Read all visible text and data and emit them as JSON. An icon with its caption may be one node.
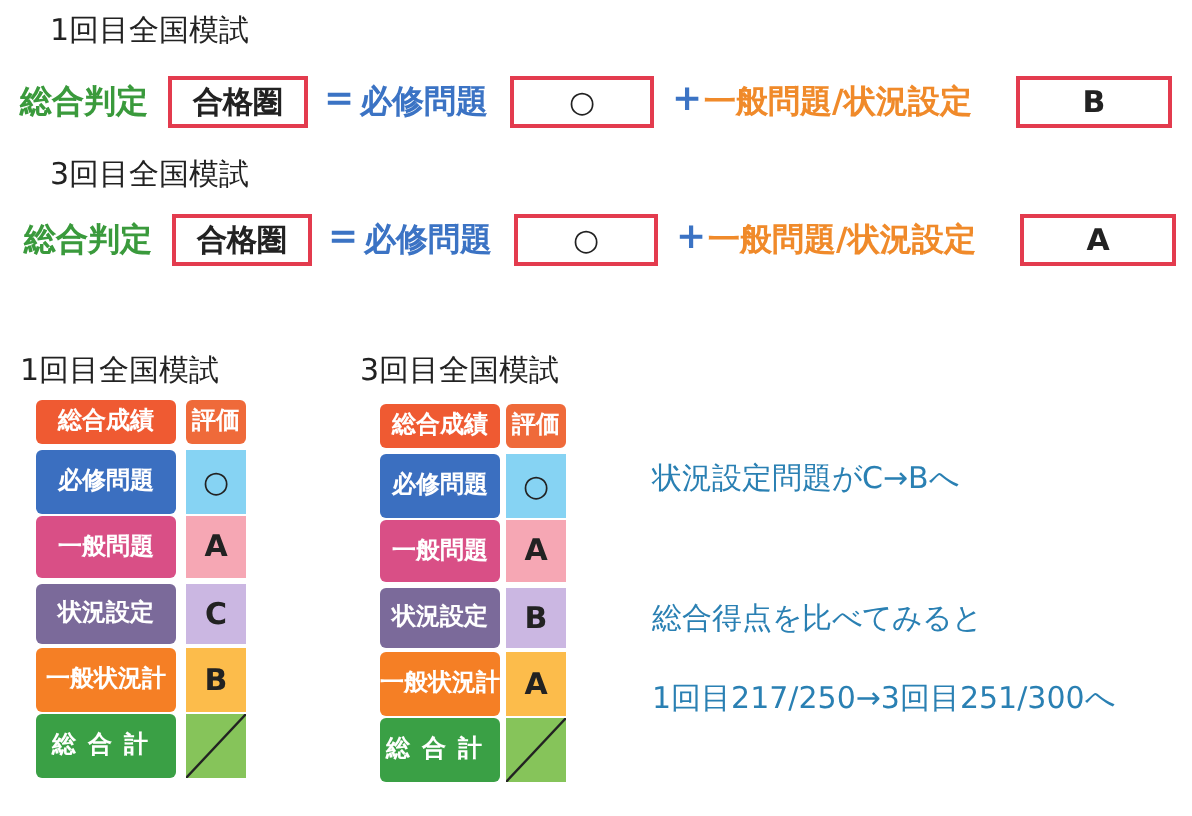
{
  "diagram": {
    "nodes": [
      {
        "text": [
          "合格圏"
        ]
      },
      {
        "text": [
          "○"
        ]
      },
      {
        "text": [
          "B"
        ]
      },
      {
        "text": [
          "合格圏"
        ]
      },
      {
        "text": [
          "○"
        ]
      },
      {
        "text": [
          "A"
        ]
      }
    ],
    "labels": [
      "1回目全国模試",
      "総合判定",
      "=",
      "必修問題",
      "+",
      "一般問題/状況設定",
      "3回目全国模試",
      "総合判定",
      "=",
      "必修問題",
      "+",
      "一般問題/状況設定",
      "1回目全国模試",
      "総合成績",
      "評価",
      "必修問題",
      "○",
      "一般問題",
      "A",
      "状況設定",
      "C",
      "一般状況計",
      "B",
      "総合計",
      "3回目全国模試",
      "総合成績",
      "評価",
      "必修問題",
      "○",
      "一般問題",
      "A",
      "状況設定",
      "B",
      "一般状況計",
      "A",
      "総合計",
      "状況設定問題がC→Bへ",
      "総合得点を比べてみると",
      "1回目217/250→3回目251/300へ"
    ]
  }
}
